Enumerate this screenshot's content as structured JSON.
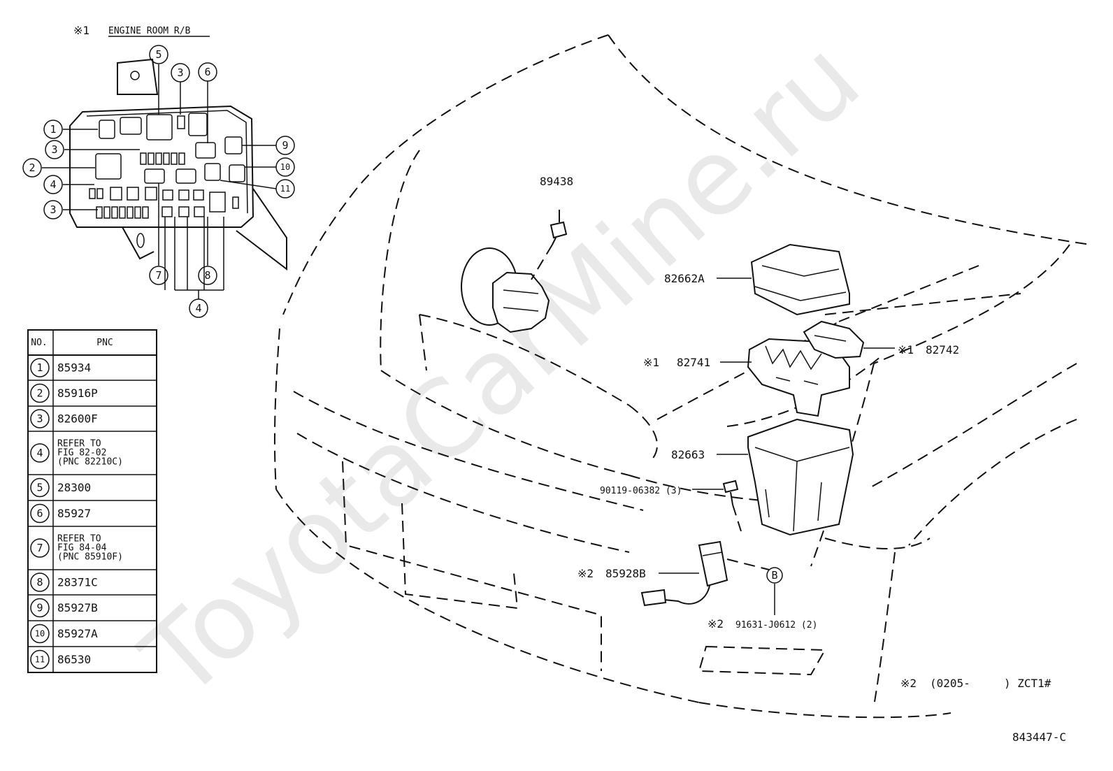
{
  "watermark": "ToyotaCarMine.ru",
  "inset": {
    "mark": "※1",
    "title": "ENGINE ROOM R/B",
    "callouts": [
      "1",
      "2",
      "3",
      "3",
      "3",
      "4",
      "4",
      "5",
      "6",
      "7",
      "8",
      "9",
      "10",
      "11"
    ]
  },
  "table": {
    "headers": [
      "NO.",
      "PNC"
    ],
    "rows": [
      {
        "no": "1",
        "lines": [
          "85934"
        ]
      },
      {
        "no": "2",
        "lines": [
          "85916P"
        ]
      },
      {
        "no": "3",
        "lines": [
          "82600F"
        ]
      },
      {
        "no": "4",
        "lines": [
          "REFER TO",
          "FIG 82-02",
          "(PNC 82210C)"
        ]
      },
      {
        "no": "5",
        "lines": [
          "28300"
        ]
      },
      {
        "no": "6",
        "lines": [
          "85927"
        ]
      },
      {
        "no": "7",
        "lines": [
          "REFER TO",
          "FIG 84-04",
          "(PNC 85910F)"
        ]
      },
      {
        "no": "8",
        "lines": [
          "28371C"
        ]
      },
      {
        "no": "9",
        "lines": [
          "85927B"
        ]
      },
      {
        "no": "10",
        "lines": [
          "85927A"
        ]
      },
      {
        "no": "11",
        "lines": [
          "86530"
        ]
      }
    ]
  },
  "parts": {
    "p89438": "89438",
    "p82662A": "82662A",
    "p82741": "82741",
    "p82741_mark": "※1",
    "p82742": "82742",
    "p82742_mark": "※1",
    "p82663": "82663",
    "p90119": "90119-06382 (3)",
    "p85928B": "85928B",
    "p85928B_mark": "※2",
    "p91631": "91631-J0612 (2)",
    "p91631_mark": "※2",
    "ref_b": "B"
  },
  "footnote": {
    "mark": "※2",
    "text": "(0205-     ) ZCT1#"
  },
  "figure_id": "843447-C"
}
